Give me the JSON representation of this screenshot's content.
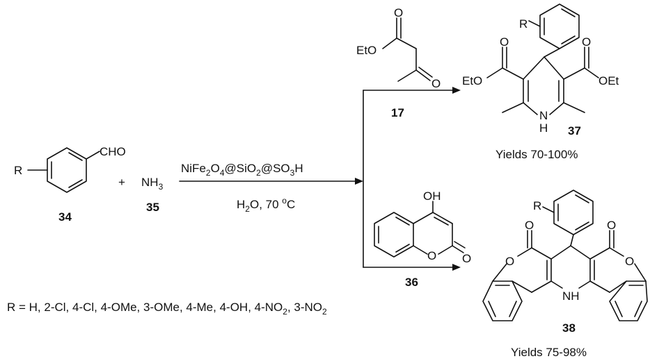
{
  "reactant_34": {
    "substituent": "R",
    "group": "CHO",
    "number": "34"
  },
  "plus": "+",
  "reactant_35": {
    "formula": "NH",
    "formula_sub": "3",
    "number": "35"
  },
  "catalyst": {
    "p1": "NiFe",
    "s1": "2",
    "p2": "O",
    "s2": "4",
    "p3": "@SiO",
    "s3": "2",
    "p4": "@SO",
    "s4": "3",
    "p5": "H"
  },
  "conditions": {
    "p1": "H",
    "s1": "2",
    "p2": "O, 70 ",
    "sup": "o",
    "p3": "C"
  },
  "reagent_17": {
    "ester": "EtO",
    "o1": "O",
    "o2": "O",
    "number": "17"
  },
  "product_37": {
    "substituent": "R",
    "left_ester": "EtO",
    "right_ester": "OEt",
    "o_left": "O",
    "o_right": "O",
    "nitrogen": "N",
    "hydrogen": "H",
    "number": "37",
    "yield": "Yields 70-100%"
  },
  "reagent_36": {
    "hydroxyl": "OH",
    "o_ring": "O",
    "o_carbonyl": "O",
    "number": "36"
  },
  "product_38": {
    "substituent": "R",
    "o_left": "O",
    "o_right": "O",
    "o_ring_left": "O",
    "o_ring_right": "O",
    "nh": "NH",
    "number": "38",
    "yield": "Yields 75-98%"
  },
  "r_definition": {
    "p1": "R = H, 2-Cl, 4-Cl, 4-OMe, 3-OMe, 4-Me, 4-OH, 4-NO",
    "s1": "2",
    "p2": ", 3-NO",
    "s2": "2"
  }
}
